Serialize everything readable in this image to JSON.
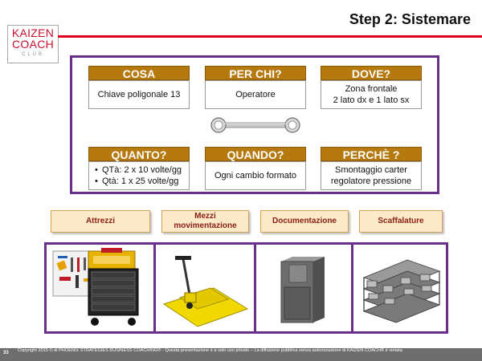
{
  "logo": {
    "line1": "KAIZEN",
    "line2": "COACH",
    "line3": "CLUB"
  },
  "slide_title": "Step 2: Sistemare",
  "cards": [
    {
      "header": "COSA",
      "lines": [
        "Chiave poligonale 13"
      ]
    },
    {
      "header": "PER CHI?",
      "lines": [
        "Operatore"
      ]
    },
    {
      "header": "DOVE?",
      "lines": [
        "Zona frontale",
        "2 lato dx e 1 lato sx"
      ]
    },
    {
      "header": "QUANTO?",
      "lines": [
        "QTà: 2 x 10 volte/gg",
        "Qtà:  1 x 25 volte/gg"
      ]
    },
    {
      "header": "QUANDO?",
      "lines": [
        "Ogni cambio formato"
      ]
    },
    {
      "header": "PERCHÈ ?",
      "lines": [
        "Smontaggio  carter",
        "regolatore pressione"
      ]
    }
  ],
  "categories": [
    {
      "label": "Attrezzi"
    },
    {
      "label": "Mezzi movimentazione"
    },
    {
      "label": "Documentazione"
    },
    {
      "label": "Scaffalature"
    }
  ],
  "icons": [
    "wrench-icon",
    "tool-board-and-cart-icon",
    "pallet-jack-icon",
    "metal-cabinet-icon",
    "warehouse-shelving-icon"
  ],
  "colors": {
    "accent_gold": "#b5790d",
    "frame_purple": "#6a2f8c",
    "title_red": "#e0001b",
    "button_text": "#8a1f12"
  },
  "footer": {
    "page_number": "33",
    "copyright": "Copyright 2015 © di PHOENIX STRATEGIES BUSINESS COACHING® - Questa presentazione è a solo uso privato – La diffusione pubblica senza autorizzazione di KAIZEN COACH® è vietata"
  }
}
